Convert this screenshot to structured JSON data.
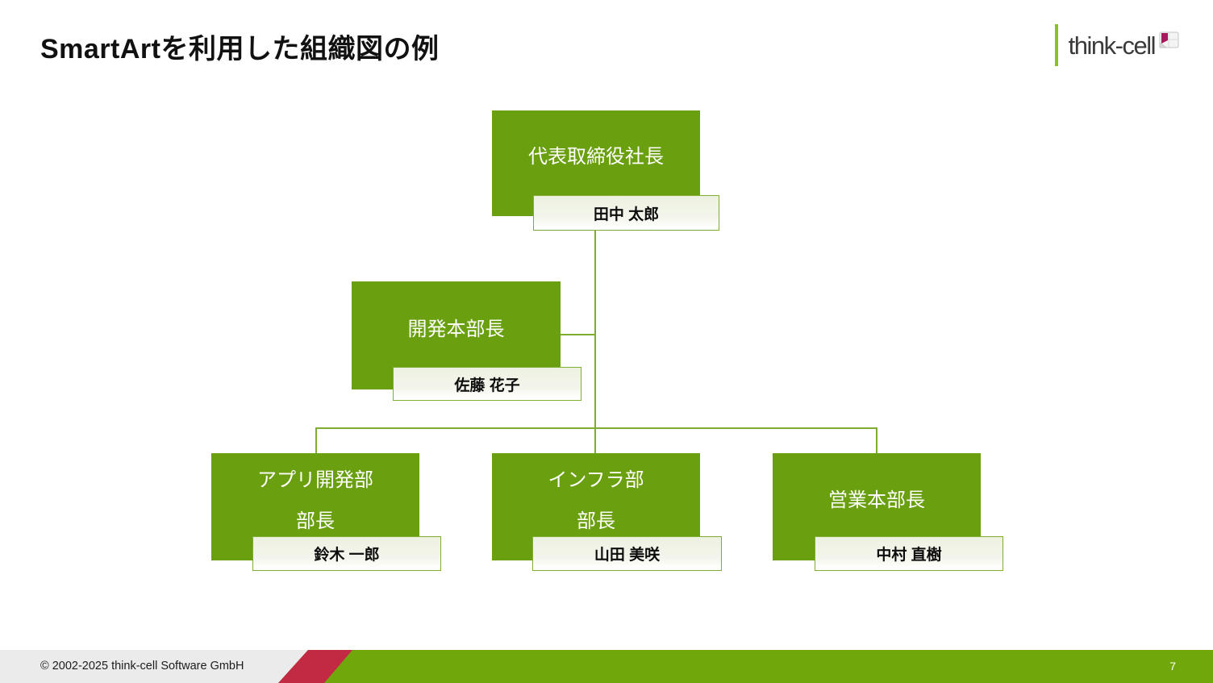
{
  "slide": {
    "title": "SmartArtを利用した組織図の例",
    "page_number": "7",
    "footer_copyright": "© 2002-2025 think-cell Software GmbH"
  },
  "logo": {
    "wordmark": "think-cell",
    "icon": "think-cell-slide-icon"
  },
  "colors": {
    "box_green": "#6aa00f",
    "connector_green": "#7dac2e",
    "name_box_fill": "#eef2e0",
    "name_box_border": "#7fae36",
    "footer_green": "#70a70a",
    "footer_red": "#c22a43",
    "footer_gray": "#ebebeb",
    "logo_bar_green": "#8bc127",
    "logo_accent_magenta": "#a6195c"
  },
  "org_chart": {
    "type": "org-tree",
    "nodes": [
      {
        "id": "ceo",
        "title_lines": [
          "代表取締役社長"
        ],
        "name": "田中 太郎",
        "reports_to": null
      },
      {
        "id": "dev",
        "title_lines": [
          "開発本部長"
        ],
        "name": "佐藤 花子",
        "reports_to": "ceo"
      },
      {
        "id": "app",
        "title_lines": [
          "アプリ開発部",
          "部長"
        ],
        "name": "鈴木 一郎",
        "reports_to": "ceo"
      },
      {
        "id": "infra",
        "title_lines": [
          "インフラ部",
          "部長"
        ],
        "name": "山田 美咲",
        "reports_to": "ceo"
      },
      {
        "id": "sales",
        "title_lines": [
          "営業本部長"
        ],
        "name": "中村 直樹",
        "reports_to": "ceo"
      }
    ]
  }
}
